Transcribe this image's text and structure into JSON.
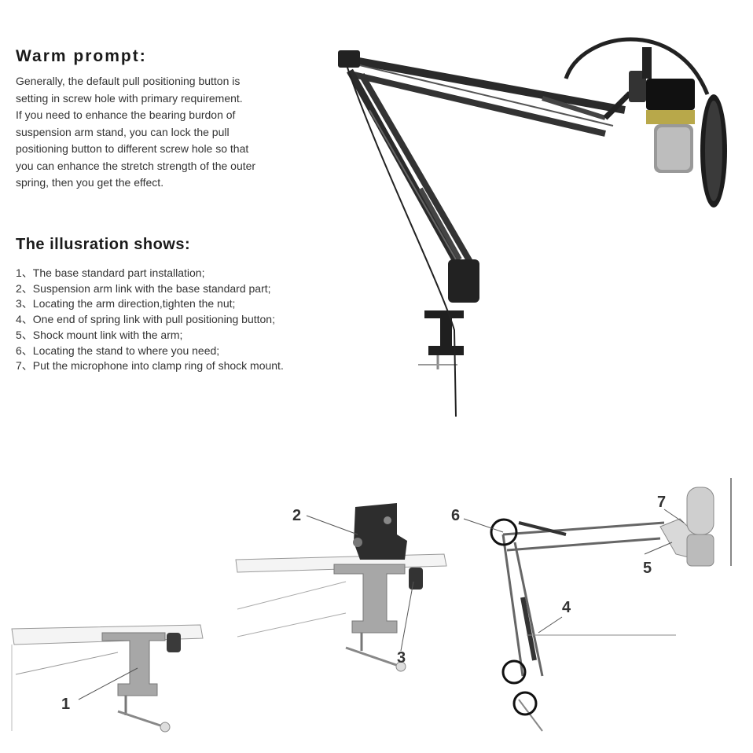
{
  "warm_prompt": {
    "title": "Warm prompt:",
    "lines": [
      "Generally, the default pull positioning  button is",
      "setting in screw hole with primary requirement.",
      "If you need to enhance the bearing burdon of",
      "suspension arm stand, you can lock the pull",
      "positioning button to different screw hole so that",
      "you can enhance the stretch strength of the outer",
      "spring, then you get the effect."
    ]
  },
  "illustration": {
    "title": "The illusration shows:",
    "steps": [
      "1、The base standard part installation;",
      "2、Suspension arm link with the base standard part;",
      "3、Locating the arm direction,tighten the nut;",
      "4、One end of spring link with pull positioning button;",
      "5、Shock mount link with the arm;",
      "6、Locating the stand to where you need;",
      "7、Put the microphone into clamp ring of shock mount."
    ]
  },
  "diagram_labels": {
    "n1": "1",
    "n2": "2",
    "n3": "3",
    "n4": "4",
    "n5": "5",
    "n6": "6",
    "n7": "7"
  }
}
